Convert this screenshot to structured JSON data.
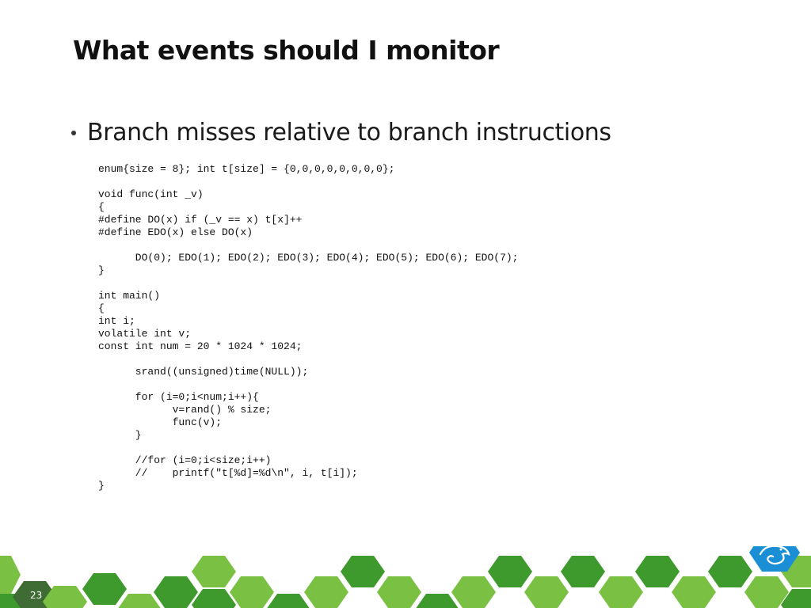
{
  "slide": {
    "title": "What events should I monitor",
    "bullet": "Branch misses relative to branch instructions",
    "code": "enum{size = 8}; int t[size] = {0,0,0,0,0,0,0,0};\n\nvoid func(int _v)\n{\n#define DO(x) if (_v == x) t[x]++\n#define EDO(x) else DO(x)\n\n      DO(0); EDO(1); EDO(2); EDO(3); EDO(4); EDO(5); EDO(6); EDO(7);\n}\n\nint main()\n{\nint i;\nvolatile int v;\nconst int num = 20 * 1024 * 1024;\n\n      srand((unsigned)time(NULL));\n\n      for (i=0;i<num;i++){\n            v=rand() % size;\n            func(v);\n      }\n\n      //for (i=0;i<size;i++)\n      //    printf(\"t[%d]=%d\\n\", i, t[i]);\n}",
    "page_number": "23"
  },
  "footer": {
    "logo_icon": "chameleon-logo-icon",
    "colors": {
      "green_dark": "#3f9a2e",
      "green_light": "#7ac143",
      "logo_blue": "#1a8fd6",
      "page_badge": "#3f6c34"
    }
  }
}
